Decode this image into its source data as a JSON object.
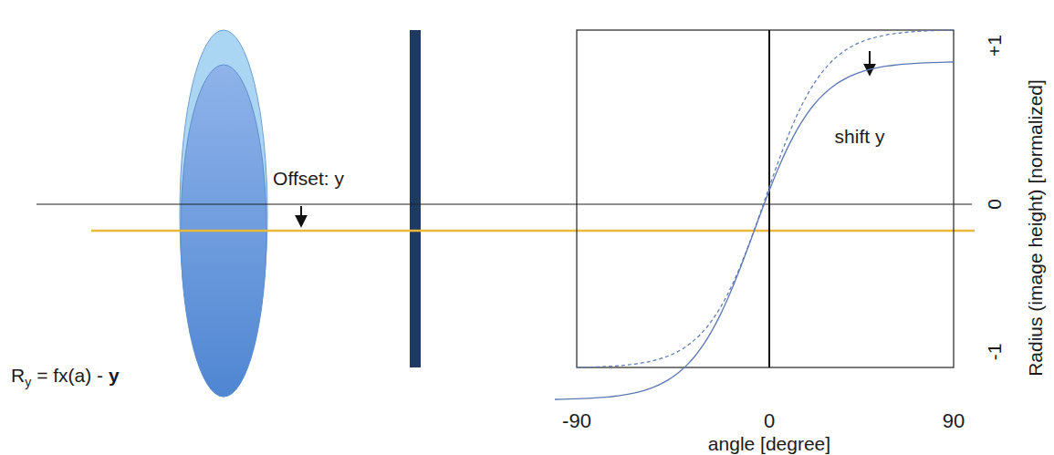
{
  "diagram": {
    "labels": [
      "Offset: y",
      "shift y",
      "+1",
      "0",
      "-1",
      "-90",
      "0",
      "90",
      "angle [degree]",
      "Radius (image height) [normalized]",
      "R",
      "y",
      "= fx(a) -",
      "y"
    ]
  }
}
